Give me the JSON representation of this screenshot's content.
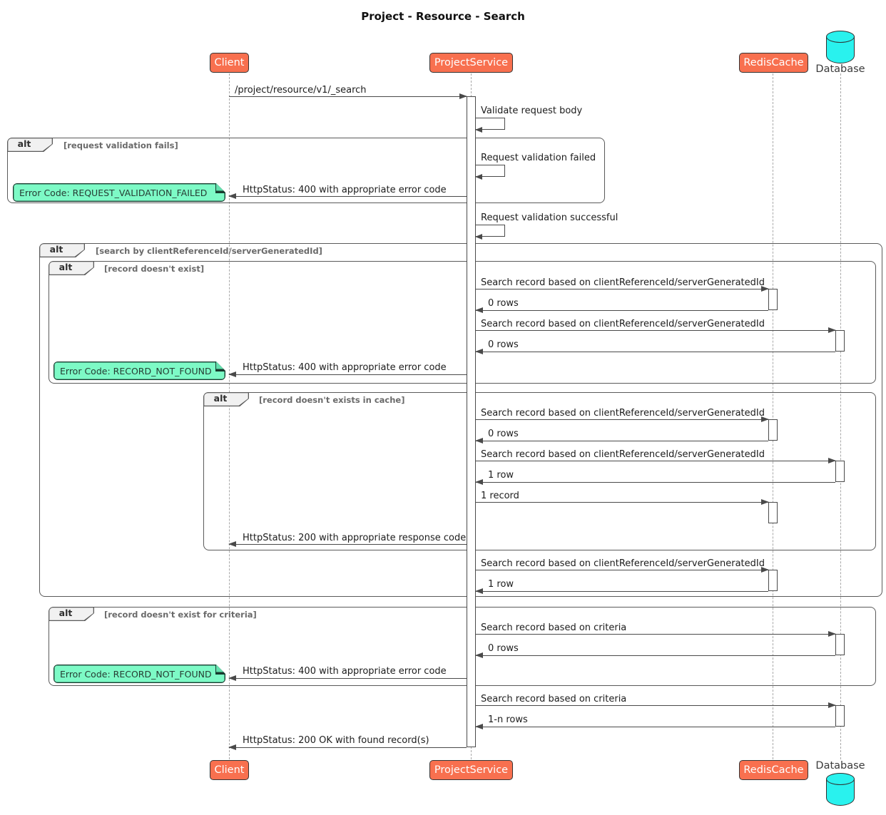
{
  "title": "Project - Resource - Search",
  "participants": {
    "client": "Client",
    "service": "ProjectService",
    "cache": "RedisCache",
    "database": "Database"
  },
  "frames": [
    {
      "label": "alt",
      "condition": "[request validation fails]"
    },
    {
      "label": "alt",
      "condition": "[search by clientReferenceId/serverGeneratedId]"
    },
    {
      "label": "alt",
      "condition": "[record doesn't exist]"
    },
    {
      "label": "alt",
      "condition": "[record doesn't exists in cache]"
    },
    {
      "label": "alt",
      "condition": "[record doesn't exist for criteria]"
    }
  ],
  "messages": [
    "/project/resource/v1/_search",
    "Validate request body",
    "Request validation failed",
    "HttpStatus: 400 with appropriate error code",
    "Request validation successful",
    "Search record based on clientReferenceId/serverGeneratedId",
    "0 rows",
    "Search record based on clientReferenceId/serverGeneratedId",
    "0 rows",
    "HttpStatus: 400 with appropriate error code",
    "Search record based on clientReferenceId/serverGeneratedId",
    "0 rows",
    "Search record based on clientReferenceId/serverGeneratedId",
    "1 row",
    "1 record",
    "HttpStatus: 200 with appropriate response code",
    "Search record based on clientReferenceId/serverGeneratedId",
    "1 row",
    "Search record based on criteria",
    "0 rows",
    "HttpStatus: 400 with appropriate error code",
    "Search record based on criteria",
    "1-n rows",
    "HttpStatus: 200 OK with found record(s)"
  ],
  "notes": [
    "Error Code: REQUEST_VALIDATION_FAILED",
    "Error Code: RECORD_NOT_FOUND",
    "Error Code: RECORD_NOT_FOUND"
  ],
  "colors": {
    "participant_fill": "#f8704f",
    "participant_border": "#343434",
    "note_fill": "#7dfac6",
    "database_fill": "#29f2ee",
    "lifeline": "#a8a8a8",
    "arrow": "#4a4a4a",
    "frame_border": "#5a5a5a",
    "condition_text": "#6a6a6a"
  }
}
